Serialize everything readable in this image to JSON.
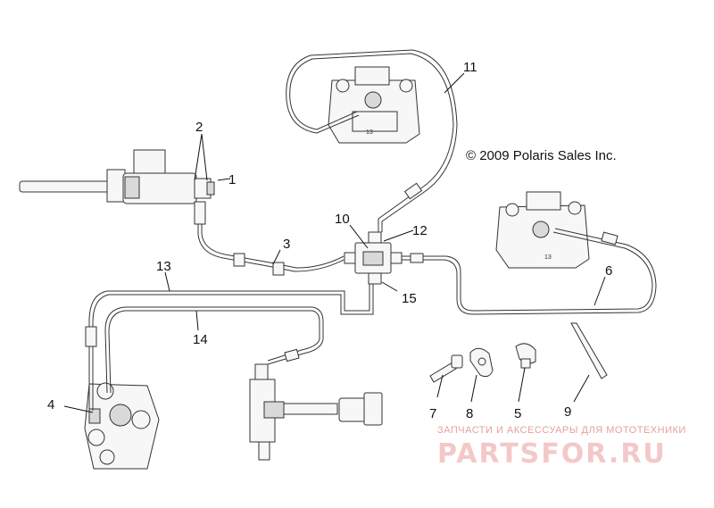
{
  "copyright": "© 2009 Polaris Sales Inc.",
  "watermark": {
    "subtitle": "ЗАПЧАСТИ И АКСЕССУАРЫ ДЛЯ МОТОТЕХНИКИ",
    "brand": "PARTSFOR.RU"
  },
  "callouts": [
    {
      "id": "c1",
      "label": "1"
    },
    {
      "id": "c2",
      "label": "2"
    },
    {
      "id": "c3",
      "label": "3"
    },
    {
      "id": "c4",
      "label": "4"
    },
    {
      "id": "c5",
      "label": "5"
    },
    {
      "id": "c6",
      "label": "6"
    },
    {
      "id": "c7",
      "label": "7"
    },
    {
      "id": "c8",
      "label": "8"
    },
    {
      "id": "c9",
      "label": "9"
    },
    {
      "id": "c10",
      "label": "10"
    },
    {
      "id": "c11",
      "label": "11"
    },
    {
      "id": "c12",
      "label": "12"
    },
    {
      "id": "c13",
      "label": "13"
    },
    {
      "id": "c14",
      "label": "14"
    },
    {
      "id": "c15",
      "label": "15"
    }
  ],
  "colors": {
    "line": "#333333",
    "watermark_brand": "#f4c8c8",
    "watermark_subtitle": "#e6a0a0"
  }
}
